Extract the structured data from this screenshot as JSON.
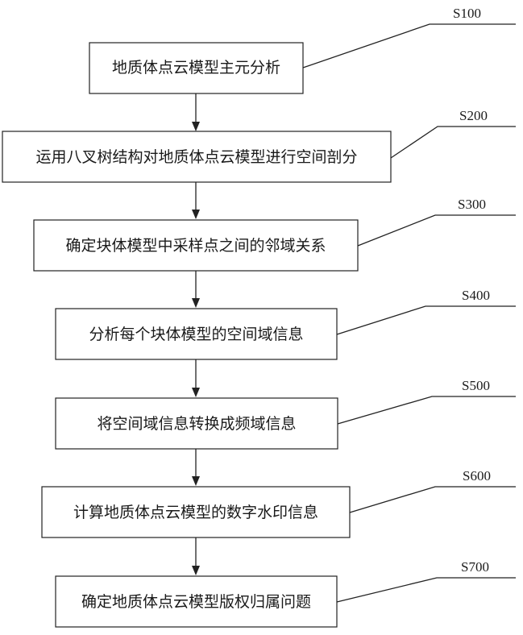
{
  "steps": [
    {
      "id": "S100",
      "text": "地质体点云模型主元分析"
    },
    {
      "id": "S200",
      "text": "运用八叉树结构对地质体点云模型进行空间剖分"
    },
    {
      "id": "S300",
      "text": "确定块体模型中采样点之间的邻域关系"
    },
    {
      "id": "S400",
      "text": "分析每个块体模型的空间域信息"
    },
    {
      "id": "S500",
      "text": "将空间域信息转换成频域信息"
    },
    {
      "id": "S600",
      "text": "计算地质体点云模型的数字水印信息"
    },
    {
      "id": "S700",
      "text": "确定地质体点云模型版权归属问题"
    }
  ]
}
